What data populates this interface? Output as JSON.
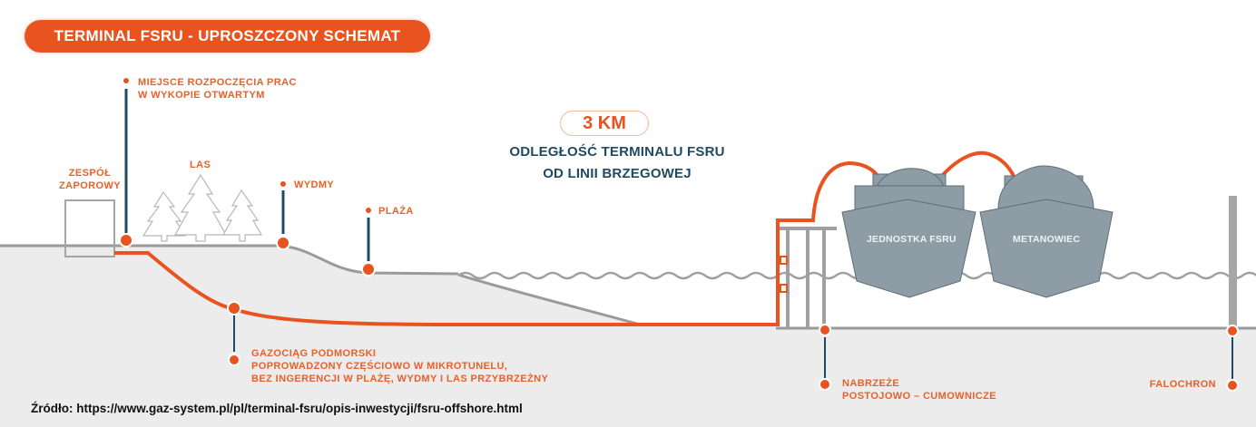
{
  "title": "TERMINAL FSRU - UPROSZCZONY SCHEMAT",
  "distance": {
    "value": "3 KM",
    "line1": "ODLEGŁOŚĆ TERMINALU FSRU",
    "line2": "OD LINII BRZEGOWEJ"
  },
  "labels": {
    "start_works": {
      "line1": "MIEJSCE ROZPOCZĘCIA PRAC",
      "line2": "W WYKOPIE OTWARTYM"
    },
    "barrier": {
      "line1": "ZESPÓŁ",
      "line2": "ZAPOROWY"
    },
    "forest": "LAS",
    "dunes": "WYDMY",
    "beach": "PLAŻA",
    "pipeline": {
      "line1": "GAZOCIĄG PODMORSKI",
      "line2": "POPROWADZONY CZĘŚCIOWO W MIKROTUNELU,",
      "line3": "BEZ INGERENCJI W PLAŻĘ, WYDMY I LAS PRZYBRZEŻNY"
    },
    "quay": {
      "line1": "NABRZEŻE",
      "line2": "POSTOJOWO – CUMOWNICZE"
    },
    "breakwater": "FALOCHRON"
  },
  "ships": {
    "fsru": "JEDNOSTKA FSRU",
    "lng_carrier": "METANOWIEC"
  },
  "source": "Źródło: https://www.gaz-system.pl/pl/terminal-fsru/opis-inwestycji/fsru-offshore.html",
  "colors": {
    "accent_orange": "#e8531f",
    "label_orange": "#e8602a",
    "navy_text": "#1f4a63",
    "ship_grey": "#8e9ca6",
    "ground_grey": "#ececec",
    "line_grey": "#9a9a9a"
  }
}
